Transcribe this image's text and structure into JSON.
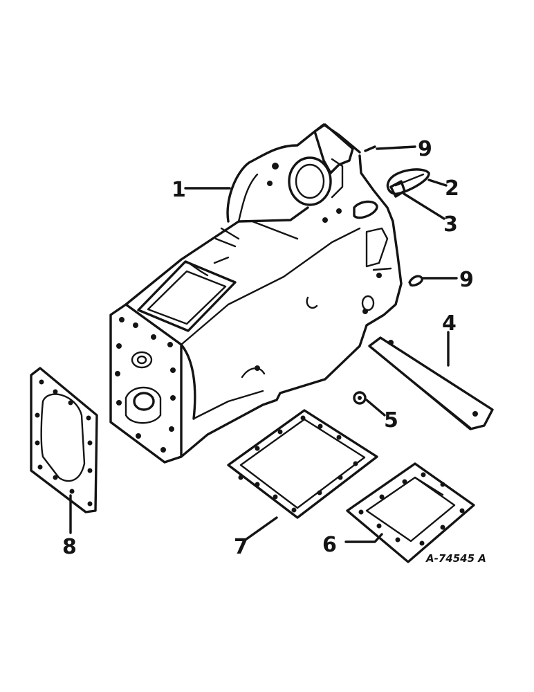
{
  "callouts": {
    "c1": "1",
    "c2": "2",
    "c3": "3",
    "c4": "4",
    "c5": "5",
    "c6": "6",
    "c7": "7",
    "c8": "8",
    "c9a": "9",
    "c9b": "9"
  },
  "figure_id": "A-74545 A",
  "colors": {
    "ink": "#141414",
    "paper": "#ffffff"
  }
}
